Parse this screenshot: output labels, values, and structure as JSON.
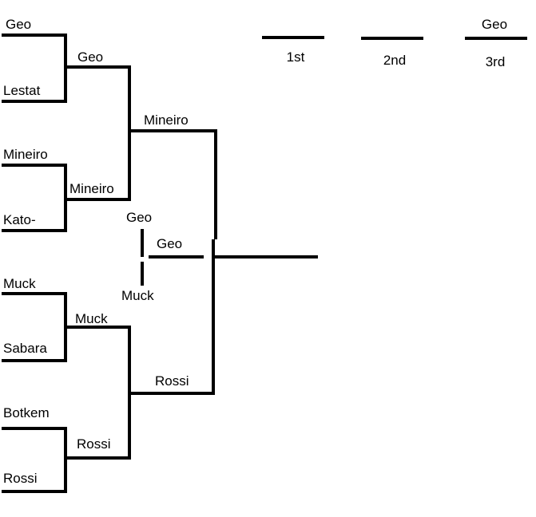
{
  "bracket": {
    "round1": {
      "geo": "Geo",
      "lestat": "Lestat",
      "mineiro": "Mineiro",
      "kato": "Kato-",
      "muck": "Muck",
      "sabara": "Sabara",
      "botkem": "Botkem",
      "rossi": "Rossi"
    },
    "round2": {
      "geo": "Geo",
      "mineiro": "Mineiro",
      "muck": "Muck",
      "rossi": "Rossi"
    },
    "semifinal": {
      "top": "Mineiro",
      "bottom": "Rossi"
    },
    "third_place_match": {
      "top": "Geo",
      "bottom": "Muck",
      "winner": "Geo"
    }
  },
  "podium": {
    "first_label": "1st",
    "second_label": "2nd",
    "third_label": "3rd",
    "first_name": "",
    "second_name": "",
    "third_name": "Geo"
  }
}
